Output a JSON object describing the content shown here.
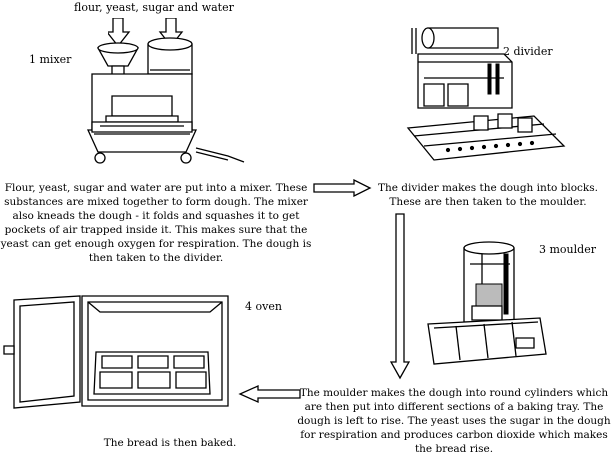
{
  "ingredients_label": "flour, yeast, sugar and water",
  "steps": [
    {
      "label": "1 mixer",
      "text": "Flour, yeast, sugar and water are put into a mixer. These substances are mixed together to form dough. The mixer also kneads the dough - it folds and squashes it to get pockets of air trapped inside it. This makes sure that the yeast can get enough oxygen for respiration. The dough is then taken to the divider."
    },
    {
      "label": "2 divider",
      "text": "The divider makes the dough into blocks. These are then taken to the moulder."
    },
    {
      "label": "3 moulder",
      "text": "The moulder makes the dough into round cylinders which are then put into different sections of a baking tray. The dough is left to rise. The yeast uses the sugar in the dough for respiration and produces carbon dioxide which makes the bread rise."
    },
    {
      "label": "4 oven",
      "text": "The bread is then baked."
    }
  ]
}
